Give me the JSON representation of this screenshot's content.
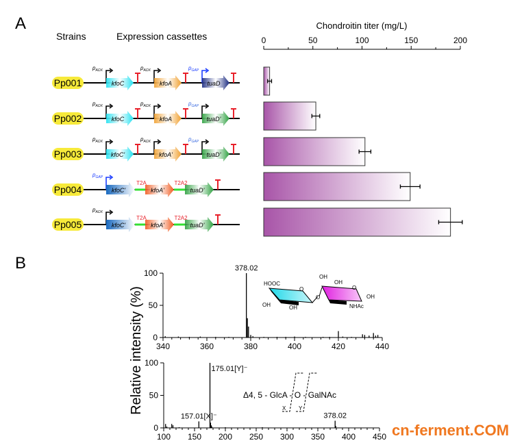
{
  "panel_a": {
    "label": "A",
    "col_strains": "Strains",
    "col_cassettes": "Expression cassettes",
    "strains": [
      {
        "name": "Pp001",
        "parts": [
          {
            "type": "promoter",
            "sub": "AOX",
            "color": "#000000"
          },
          {
            "type": "gene",
            "name": "kfoC",
            "color": "#22e0f0"
          },
          {
            "type": "term"
          },
          {
            "type": "promoter",
            "sub": "AOX",
            "color": "#000000"
          },
          {
            "type": "gene",
            "name": "kfoA",
            "color": "#f0a030"
          },
          {
            "type": "term"
          },
          {
            "type": "promoter",
            "sub": "GAP",
            "color": "#1a3cff"
          },
          {
            "type": "gene",
            "name": "tuaD",
            "color": "#1a2a80"
          },
          {
            "type": "term"
          }
        ]
      },
      {
        "name": "Pp002",
        "parts": [
          {
            "type": "promoter",
            "sub": "AOX",
            "color": "#000000"
          },
          {
            "type": "gene",
            "name": "kfoC",
            "color": "#22e0f0"
          },
          {
            "type": "term"
          },
          {
            "type": "promoter",
            "sub": "AOX",
            "color": "#000000"
          },
          {
            "type": "gene",
            "name": "kfoA",
            "color": "#f0a030"
          },
          {
            "type": "term"
          },
          {
            "type": "promoter",
            "sub": "GAP",
            "color": "#000000",
            "subcolor": "#3a6ae0"
          },
          {
            "type": "gene",
            "name": "tuaD'",
            "color": "#2ea040"
          },
          {
            "type": "term"
          }
        ]
      },
      {
        "name": "Pp003",
        "parts": [
          {
            "type": "promoter",
            "sub": "AOX",
            "color": "#000000"
          },
          {
            "type": "gene",
            "name": "kfoC'",
            "color": "#22e0f0"
          },
          {
            "type": "term"
          },
          {
            "type": "promoter",
            "sub": "AOX",
            "color": "#000000"
          },
          {
            "type": "gene",
            "name": "kfoA'",
            "color": "#f0a030"
          },
          {
            "type": "term"
          },
          {
            "type": "promoter",
            "sub": "GAP",
            "color": "#000000",
            "subcolor": "#3a6ae0"
          },
          {
            "type": "gene",
            "name": "tuaD'",
            "color": "#2ea040"
          },
          {
            "type": "term"
          }
        ]
      },
      {
        "name": "Pp004",
        "parts": [
          {
            "type": "promoter",
            "sub": "GAP",
            "color": "#1a3cff"
          },
          {
            "type": "gene",
            "name": "kfoC'",
            "color": "#1a6ac0"
          },
          {
            "type": "linker",
            "name": "T2A"
          },
          {
            "type": "gene",
            "name": "kfoA'",
            "color": "#f05a20"
          },
          {
            "type": "linker",
            "name": "T2A2"
          },
          {
            "type": "gene",
            "name": "tuaD'",
            "color": "#2ea040"
          },
          {
            "type": "term"
          }
        ]
      },
      {
        "name": "Pp005",
        "parts": [
          {
            "type": "promoter",
            "sub": "AOX",
            "color": "#000000"
          },
          {
            "type": "gene",
            "name": "kfoC'",
            "color": "#1a6ac0"
          },
          {
            "type": "linker",
            "name": "T2A"
          },
          {
            "type": "gene",
            "name": "kfoA'",
            "color": "#f05a20"
          },
          {
            "type": "linker",
            "name": "T2A2"
          },
          {
            "type": "gene",
            "name": "tuaD'",
            "color": "#2ea040"
          },
          {
            "type": "term"
          }
        ]
      }
    ],
    "promoter_letter": "p",
    "term_color": "#e8202a",
    "strain_pill_color": "#f7ea3a",
    "linker_color": "#33e033",
    "linker_text_color": "#e8202a"
  },
  "panel_b": {
    "label": "B",
    "ylabel": "Relative intensity (%)",
    "structure_labels": [
      "HOOC",
      "OH",
      "OH",
      "OH",
      "OH",
      "OH",
      "NHAc",
      "O",
      "O",
      "O"
    ],
    "cleavage_text": "Δ4, 5 - GlcA - O - GalNAc",
    "cleavage_x": "X",
    "cleavage_y": "Y"
  },
  "chart_data": [
    {
      "type": "bar",
      "orientation": "horizontal",
      "title": "Chondroitin titer (mg/L)",
      "categories": [
        "Pp001",
        "Pp002",
        "Pp003",
        "Pp004",
        "Pp005"
      ],
      "values": [
        6,
        53,
        103,
        149,
        190
      ],
      "errors": [
        2,
        4,
        6,
        10,
        12
      ],
      "xlim": [
        0,
        200
      ],
      "ticks": [
        0,
        50,
        100,
        150,
        200
      ],
      "bar_color": "#a855a8"
    },
    {
      "type": "bar",
      "subtype": "mass-spectrum",
      "xlim": [
        340,
        440
      ],
      "ylim": [
        0,
        100
      ],
      "xticks": [
        340,
        360,
        380,
        400,
        420,
        440
      ],
      "yticks": [
        0,
        50,
        100
      ],
      "peaks": [
        [
          341,
          2
        ],
        [
          347,
          1.5
        ],
        [
          352,
          1
        ],
        [
          357,
          1.5
        ],
        [
          364,
          1
        ],
        [
          370,
          1
        ],
        [
          378.02,
          100
        ],
        [
          378.5,
          30
        ],
        [
          379,
          17
        ],
        [
          380,
          4
        ],
        [
          381,
          2
        ],
        [
          386,
          1
        ],
        [
          392,
          1
        ],
        [
          396,
          1
        ],
        [
          400,
          1.5
        ],
        [
          405,
          1
        ],
        [
          413,
          1
        ],
        [
          416,
          1
        ],
        [
          420,
          10
        ],
        [
          422,
          1.5
        ],
        [
          426,
          1
        ],
        [
          431,
          5
        ],
        [
          432,
          4
        ],
        [
          434,
          3
        ],
        [
          436,
          7
        ],
        [
          437,
          3
        ],
        [
          438,
          4
        ]
      ],
      "annotations": [
        {
          "x": 378.02,
          "label": "378.02"
        }
      ]
    },
    {
      "type": "bar",
      "subtype": "mass-spectrum",
      "xlim": [
        100,
        450
      ],
      "ylim": [
        0,
        100
      ],
      "xticks": [
        100,
        150,
        200,
        250,
        300,
        350,
        400,
        450
      ],
      "yticks": [
        0,
        50,
        100
      ],
      "peaks": [
        [
          103,
          6
        ],
        [
          105,
          2
        ],
        [
          113,
          6
        ],
        [
          115,
          4
        ],
        [
          125,
          1
        ],
        [
          157.01,
          10
        ],
        [
          175.01,
          100
        ],
        [
          176,
          8
        ],
        [
          177,
          4
        ],
        [
          178,
          2
        ],
        [
          200,
          1
        ],
        [
          260,
          1
        ],
        [
          378.02,
          11
        ],
        [
          379,
          3
        ]
      ],
      "annotations": [
        {
          "x": 175.01,
          "label": "175.01[Y]⁻"
        },
        {
          "x": 157.01,
          "label": "157.01[X]⁻"
        },
        {
          "x": 378.02,
          "label": "378.02"
        }
      ]
    }
  ],
  "watermark": "cn-ferment.COM"
}
